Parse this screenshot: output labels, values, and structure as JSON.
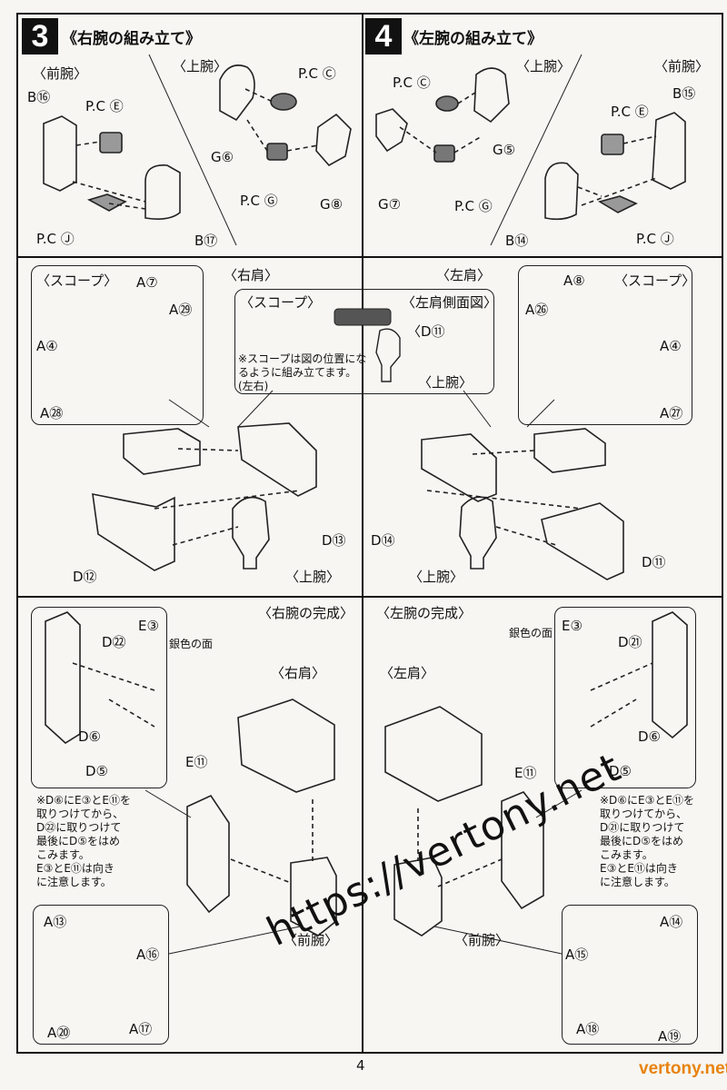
{
  "page_number": "4",
  "watermark": "https://vertony.net",
  "brand": "vertony.net",
  "step3": {
    "number": "3",
    "title": "《右腕の組み立て》",
    "forearm": "〈前腕〉",
    "upperarm": "〈上腕〉",
    "shoulder_title": "〈右肩〉",
    "scoop": "〈スコープ〉",
    "shoulder_upperarm": "〈上腕〉",
    "parts": {
      "b16": "B⑯",
      "pce": "P.C Ⓔ",
      "pcj": "P.C Ⓙ",
      "b17": "B⑰",
      "pcc": "P.C Ⓒ",
      "g6": "G⑥",
      "pcg": "P.C Ⓖ",
      "g8": "G⑧",
      "a7": "A⑦",
      "a29": "A㉙",
      "a4": "A④",
      "a28": "A㉘",
      "d12": "D⑫",
      "d13": "D⑬"
    }
  },
  "step4": {
    "number": "4",
    "title": "《左腕の組み立て》",
    "forearm": "〈前腕〉",
    "upperarm": "〈上腕〉",
    "shoulder_title": "〈左肩〉",
    "scoop": "〈スコープ〉",
    "shoulder_upperarm": "〈上腕〉",
    "parts": {
      "pcc": "P.C Ⓒ",
      "g5": "G⑤",
      "g7": "G⑦",
      "pcg": "P.C Ⓖ",
      "b15": "B⑮",
      "pce": "P.C Ⓔ",
      "b14": "B⑭",
      "pcj": "P.C Ⓙ",
      "a8": "A⑧",
      "a26": "A㉖",
      "a4": "A④",
      "a27": "A㉗",
      "d14": "D⑭",
      "d11": "D⑪"
    }
  },
  "side_view": {
    "scoop": "〈スコープ〉",
    "title": "〈左肩側面図〉",
    "d11": "〈D⑪",
    "upperarm": "〈上腕〉",
    "note": "※スコープは図の位置にな\nるように組み立てます。\n(左右)"
  },
  "right_complete": {
    "title": "〈右腕の完成〉",
    "shoulder": "〈右肩〉",
    "forearm": "〈前腕〉",
    "silver": "銀色の面",
    "note": "※D⑥にE③とE⑪を\n取りつけてから、\nD㉒に取りつけて\n最後にD⑤をはめ\nこみます。\nE③とE⑪は向き\nに注意します。",
    "parts": {
      "d22": "D㉒",
      "e3": "E③",
      "d6": "D⑥",
      "d5": "D⑤",
      "e11": "E⑪",
      "a13": "A⑬",
      "a16": "A⑯",
      "a20": "A⑳",
      "a17": "A⑰"
    }
  },
  "left_complete": {
    "title": "〈左腕の完成〉",
    "shoulder": "〈左肩〉",
    "forearm": "〈前腕〉",
    "silver": "銀色の面",
    "note": "※D⑥にE③とE⑪を\n取りつけてから、\nD㉑に取りつけて\n最後にD⑤をはめ\nこみます。\nE③とE⑪は向き\nに注意します。",
    "parts": {
      "e3": "E③",
      "d21": "D㉑",
      "d6": "D⑥",
      "e11": "E⑪",
      "d5": "D⑤",
      "a14": "A⑭",
      "a15": "A⑮",
      "a18": "A⑱",
      "a19": "A⑲"
    }
  }
}
